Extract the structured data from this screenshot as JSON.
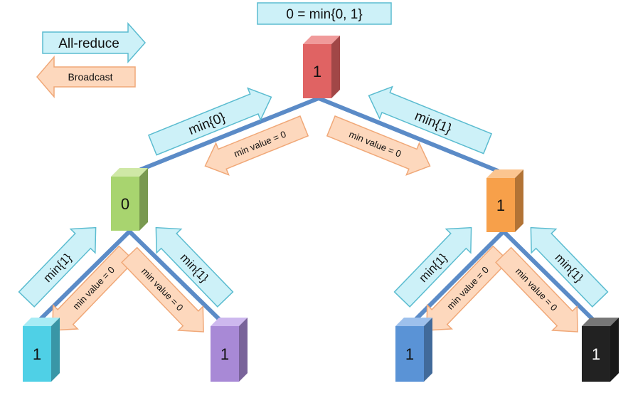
{
  "header_label": "0 = min{0, 1}",
  "legend": {
    "allreduce_label": "All-reduce",
    "broadcast_label": "Broadcast"
  },
  "nodes": {
    "root": {
      "value": "1",
      "color": "#e06363"
    },
    "left": {
      "value": "0",
      "color": "#a8d46f"
    },
    "right": {
      "value": "1",
      "color": "#f7a04a"
    },
    "leaf1": {
      "value": "1",
      "color": "#4fd0e6"
    },
    "leaf2": {
      "value": "1",
      "color": "#a889d6"
    },
    "leaf3": {
      "value": "1",
      "color": "#5a93d6"
    },
    "leaf4": {
      "value": "1",
      "color": "#222222"
    }
  },
  "arrows": {
    "up_left_top": "min{0}",
    "up_right_top": "min{1}",
    "down_left_top": "min value = 0",
    "down_right_top": "min value = 0",
    "up_ll": "min{1}",
    "up_lr": "min{1}",
    "down_ll": "min value = 0",
    "down_lr": "min value = 0",
    "up_rl": "min{1}",
    "up_rr": "min{1}",
    "down_rl": "min value = 0",
    "down_rr": "min value = 0"
  },
  "colors": {
    "allreduce_fill": "#cdf1f8",
    "allreduce_stroke": "#5bbcd0",
    "broadcast_fill": "#fdd8bd",
    "broadcast_stroke": "#f0a878",
    "edge": "#5b8bc7"
  }
}
